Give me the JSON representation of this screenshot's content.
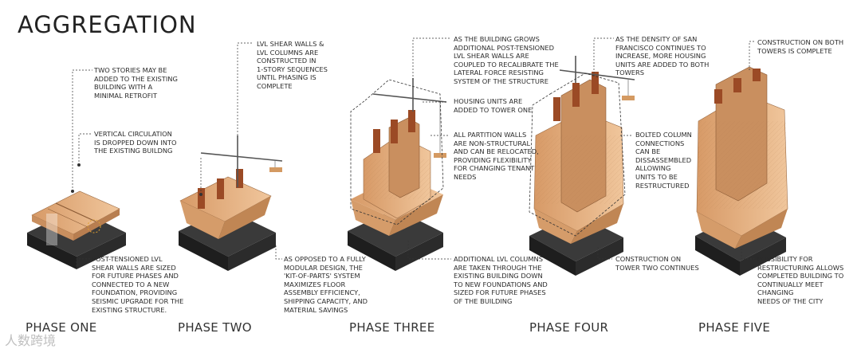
{
  "title": "AGGREGATION",
  "phases": [
    "PHASE ONE",
    "PHASE TWO",
    "PHASE THREE",
    "PHASE FOUR",
    "PHASE FIVE"
  ],
  "notes": {
    "p1_top": "TWO STORIES MAY BE\nADDED TO THE EXISTING\nBUILDING WITH A\nMINIMAL RETROFIT",
    "p1_mid": "VERTICAL CIRCULATION\nIS DROPPED DOWN INTO\nTHE EXISTING BUILDNG",
    "p1_bot": "POST-TENSIONED LVL\nSHEAR WALLS ARE SIZED\nFOR FUTURE PHASES AND\nCONNECTED TO  A NEW\nFOUNDATION, PROVIDING\nSEISMIC UPGRADE FOR  THE\nEXISTING STRUCTURE.",
    "p2_top": "LVL SHEAR WALLS &\nLVL COLUMNS ARE\nCONSTRUCTED IN\n1-STORY SEQUENCES\nUNTIL PHASING IS\nCOMPLETE",
    "p2_bot": "AS OPPOSED TO A FULLY\nMODULAR DESIGN, THE\n'KIT-OF-PARTS' SYSTEM\nMAXIMIZES FLOOR\nASSEMBLY EFFICIENCY,\nSHIPPING CAPACITY, AND\nMATERIAL SAVINGS",
    "p3_top": "AS THE BUILDING GROWS\nADDITIONAL POST-TENSIONED\nLVL SHEAR WALLS ARE\nCOUPLED TO RECALIBRATE THE\nLATERAL FORCE RESISTING\nSYSTEM OF THE STRUCTURE",
    "p3_mid1": "HOUSING UNITS ARE\nADDED TO TOWER ONE",
    "p3_mid2": "ALL PARTITION WALLS\nARE NON-STRUCTURAL\nAND CAN BE RELOCATED,\nPROVIDING FLEXIBILITY\nFOR CHANGING TENANT\nNEEDS",
    "p3_bot": "ADDITIONAL LVL COLUMNS\nARE TAKEN THROUGH THE\nEXISTING BUILDING DOWN\nTO NEW FOUNDATIONS AND\nSIZED FOR FUTURE PHASES\nOF THE BUILDING",
    "p4_top": "AS THE DENSITY OF SAN\nFRANCISCO CONTINUES TO\nINCREASE, MORE HOUSING\nUNITS ARE ADDED TO BOTH\nTOWERS",
    "p4_mid": "BOLTED COLUMN\nCONNECTIONS\nCAN BE\nDISSASSEMBLED\nALLOWING\nUNITS TO BE\nRESTRUCTURED",
    "p4_bot": "CONSTRUCTION ON\nTOWER TWO CONTINUES",
    "p5_top": "CONSTRUCTION ON BOTH\nTOWERS IS COMPLETE",
    "p5_bot": "POSSIBILITY FOR\nRESTRUCTURING ALLOWS\nCOMPLETED BUILDING TO\nCONTINUALLY MEET CHANGING\nNEEDS OF THE CITY"
  },
  "watermark": "人数跨境",
  "colors": {
    "wood": "#e9b98a",
    "wood_dark": "#c98f5f",
    "core": "#9b4a25",
    "base": "#2e2e2e",
    "base_side": "#1c1c1c"
  }
}
